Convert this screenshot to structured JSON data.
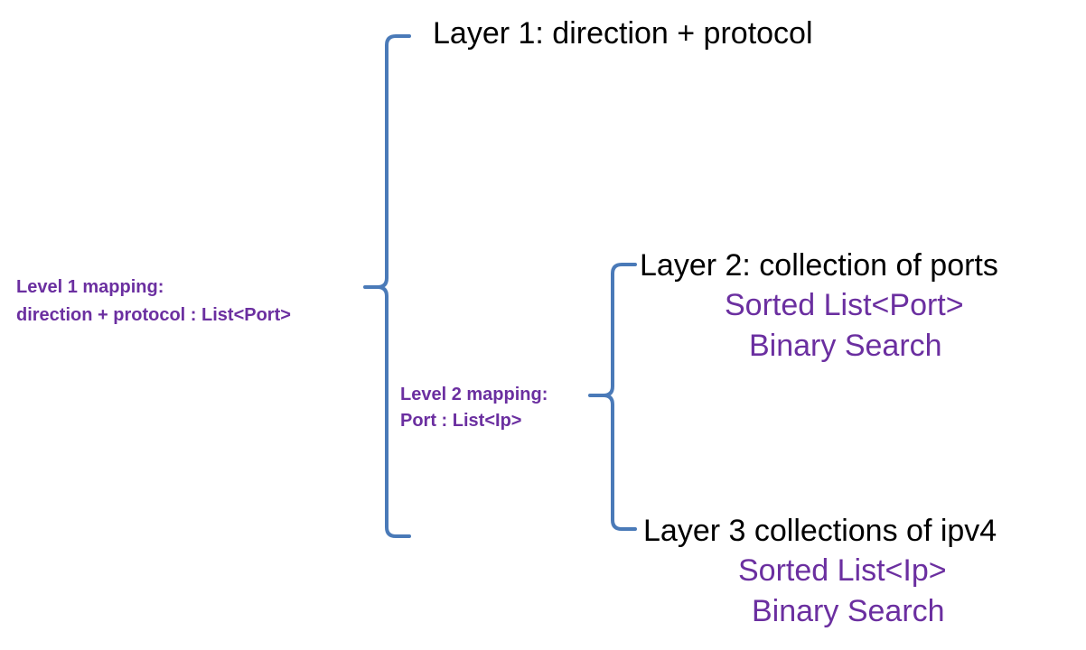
{
  "layer1": {
    "title": "Layer 1: direction + protocol"
  },
  "level1_mapping": {
    "line1": "Level 1 mapping:",
    "line2": "direction + protocol : List<Port>"
  },
  "layer2": {
    "title": "Layer 2: collection of ports",
    "structure": "Sorted List<Port>",
    "algorithm": "Binary Search"
  },
  "level2_mapping": {
    "line1": "Level 2 mapping:",
    "line2": "Port : List<Ip>"
  },
  "layer3": {
    "title": "Layer 3 collections of ipv4",
    "structure": "Sorted List<Ip>",
    "algorithm": "Binary Search"
  },
  "colors": {
    "brace": "#4a7ab8",
    "accent_text": "#6b2fa0",
    "main_text": "#000000"
  }
}
